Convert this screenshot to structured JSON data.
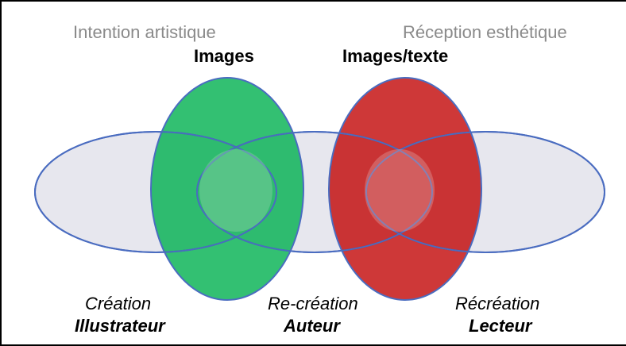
{
  "labels": {
    "intention": "Intention artistique",
    "reception": "Réception esthétique",
    "images": "Images",
    "images_texte": "Images/texte",
    "creation": "Création",
    "illustrateur": "Illustrateur",
    "recreation_hyphen": "Re-création",
    "auteur": "Auteur",
    "recreation": "Récréation",
    "lecteur": "Lecteur"
  },
  "colors": {
    "green": "#00b04f",
    "red": "#c00000",
    "light_ellipse": "#e6e6ed",
    "outline": "#4a6cc0"
  }
}
